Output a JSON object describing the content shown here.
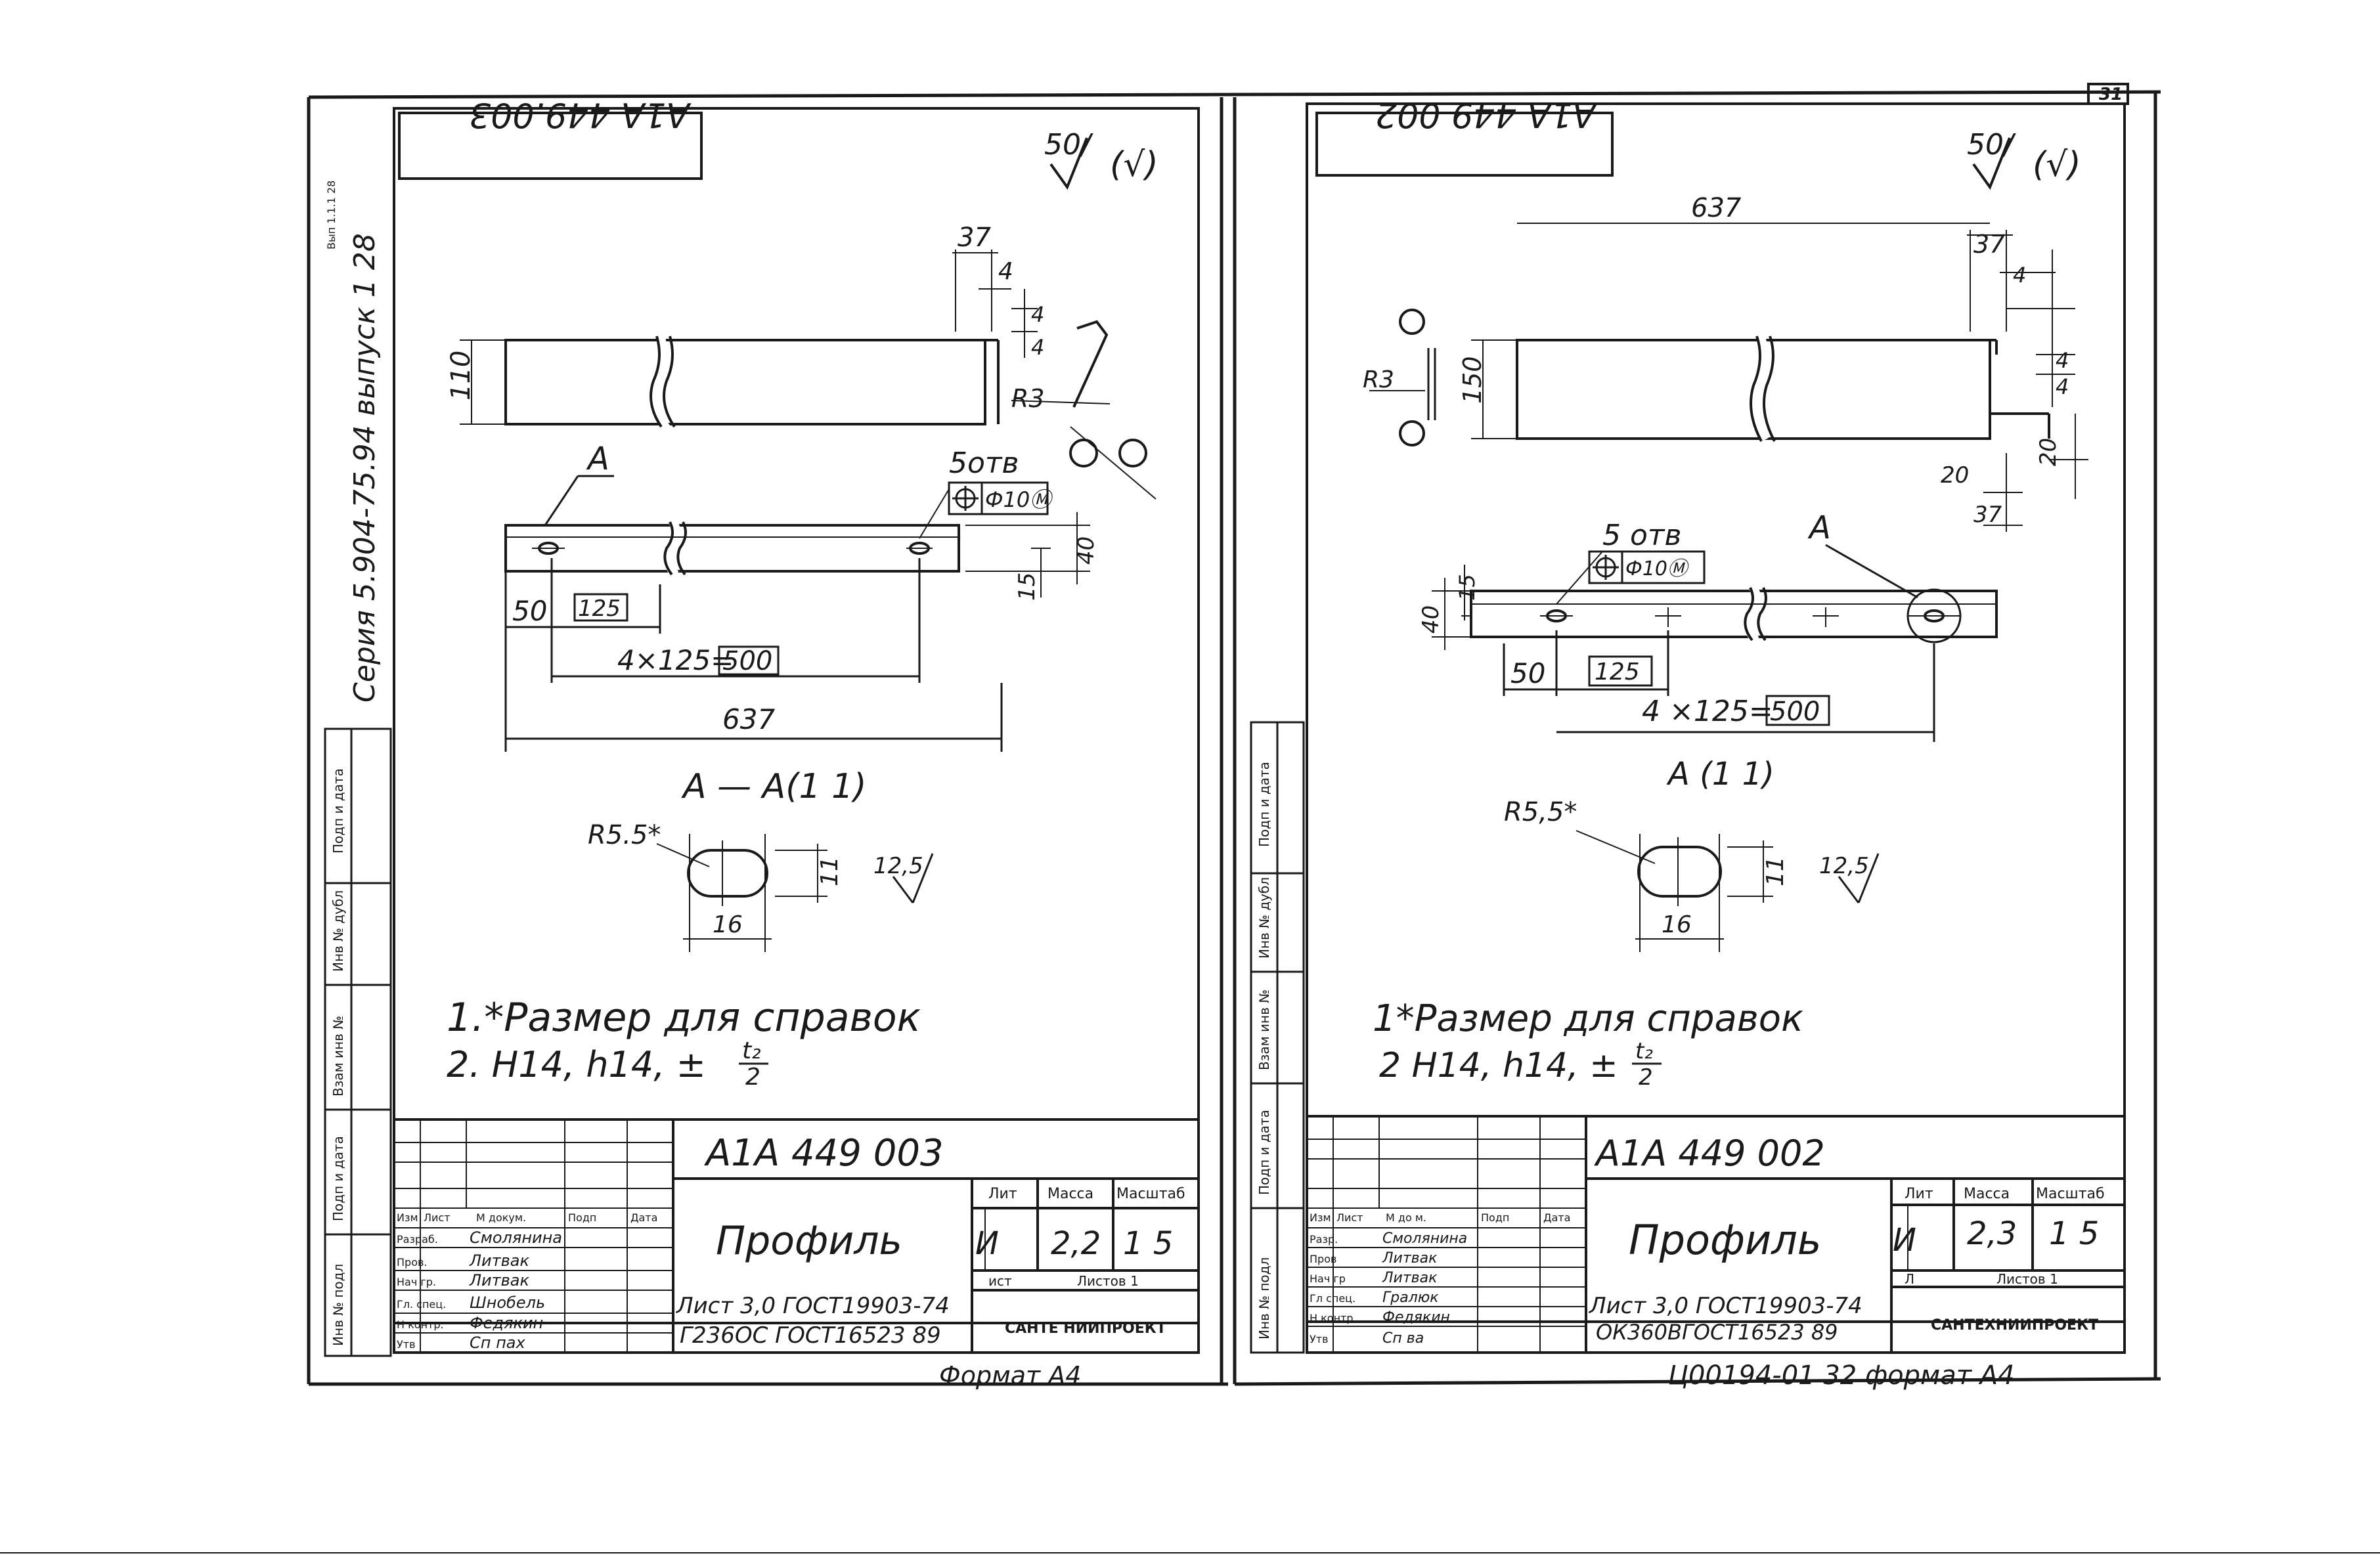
{
  "page": {
    "series_vertical": "Серия  5.904-75.94  выпуск 1 28",
    "small_note": "Вып 1.1.1 28"
  },
  "left": {
    "code_top": "A1A 449.003",
    "roughness": "50/",
    "roughness_suffix": "(√)",
    "dims": {
      "d37": "37",
      "d4a": "4",
      "d4b": "4",
      "d4c": "4",
      "d110": "110",
      "r3": "R3",
      "d40": "40",
      "d15": "15",
      "d50": "50",
      "d125": "125",
      "d4x125": "4×125=",
      "d500": "500",
      "d637": "637",
      "d11": "11",
      "d16": "16",
      "holes": "5отв",
      "hole_spec": "Ф10Ⓜ",
      "marker_a": "A",
      "section": "A — A(1 1)",
      "r55": "R5.5*",
      "rough12": "12,5"
    },
    "notes": [
      "1.*Размер для справок",
      "2. H14,  h14,  ±"
    ],
    "note_frac_top": "t₂",
    "note_frac_bot": "2",
    "title_block": {
      "code": "A1A 449  003",
      "name": "Профиль",
      "lit_label": "Лит",
      "mass_label": "Масса",
      "scale_label": "Масштаб",
      "lit_value": "И",
      "mass_value": "2,2",
      "scale_value": "1 5",
      "sheet_label": "ист",
      "sheets_label": "Листов 1",
      "material_1": "Лист 3,0 ГОСТ19903-74",
      "material_2": "Г236ОС ГОСТ16523  89",
      "org": "САНТЕ НИИПРОЕКТ",
      "header": [
        "Изм",
        "Лист",
        "М докум.",
        "Подп",
        "Дата"
      ],
      "roles": [
        "Разраб.",
        "Пров.",
        "Нач гр.",
        "Гл. спец.",
        "Н контр.",
        "Утв"
      ],
      "names": [
        "Смолянина",
        "Литвак",
        "Литвак",
        "Шнобель",
        "Федякин",
        "Сп пах"
      ]
    },
    "bottom_stamp": "Формат А4"
  },
  "right": {
    "code_top": "A1A 449 002",
    "roughness": "50/",
    "roughness_suffix": "(√)",
    "dims": {
      "d637": "637",
      "d37a": "37",
      "d4a": "4",
      "d4b": "4",
      "d4c": "4",
      "d150": "150",
      "r3": "R3",
      "d20a": "20",
      "d20b": "20",
      "d37b": "37",
      "holes": "5 отв",
      "hole_spec": "Ф10Ⓜ",
      "marker_a": "A",
      "d15": "15",
      "d40": "40",
      "d50": "50",
      "d125": "125",
      "d4x125": "4 ×125=",
      "d500": "500",
      "section": "A (1 1)",
      "r55": "R5,5*",
      "d11": "11",
      "d16": "16",
      "rough12": "12,5"
    },
    "notes": [
      "1*Размер для справок",
      "2 H14,  h14,  ±"
    ],
    "note_frac_top": "t₂",
    "note_frac_bot": "2",
    "title_block": {
      "code": "A1A 449 002",
      "name": "Профиль",
      "lit_label": "Лит",
      "mass_label": "Масса",
      "scale_label": "Масштаб",
      "lit_value": "И",
      "mass_value": "2,3",
      "scale_value": "1 5",
      "sheet_label": "Л",
      "sheets_label": "Листов 1",
      "material_1": "Лист 3,0 ГОСТ19903-74",
      "material_2": "ОК360ВГОСТ16523 89",
      "org": "САНТЕХНИИПРОЕКТ",
      "header": [
        "Изм",
        "Лист",
        "М до м.",
        "Подп",
        "Дата"
      ],
      "roles": [
        "Разр.",
        "Пров",
        "Нач гр",
        "Гл спец.",
        "Н контр",
        "Утв"
      ],
      "names": [
        "Смолянина",
        "Литвак",
        "Литвак",
        "Гралюк",
        "Федякин",
        "Сп ва"
      ]
    },
    "bottom_stamp": "Ц00194-01  32  формат А4",
    "sheet_number": "31"
  },
  "side_labels": [
    "Подп и дата",
    "Инв № дубл",
    "Взам инв №",
    "Подп и дата",
    "Инв № подл"
  ]
}
